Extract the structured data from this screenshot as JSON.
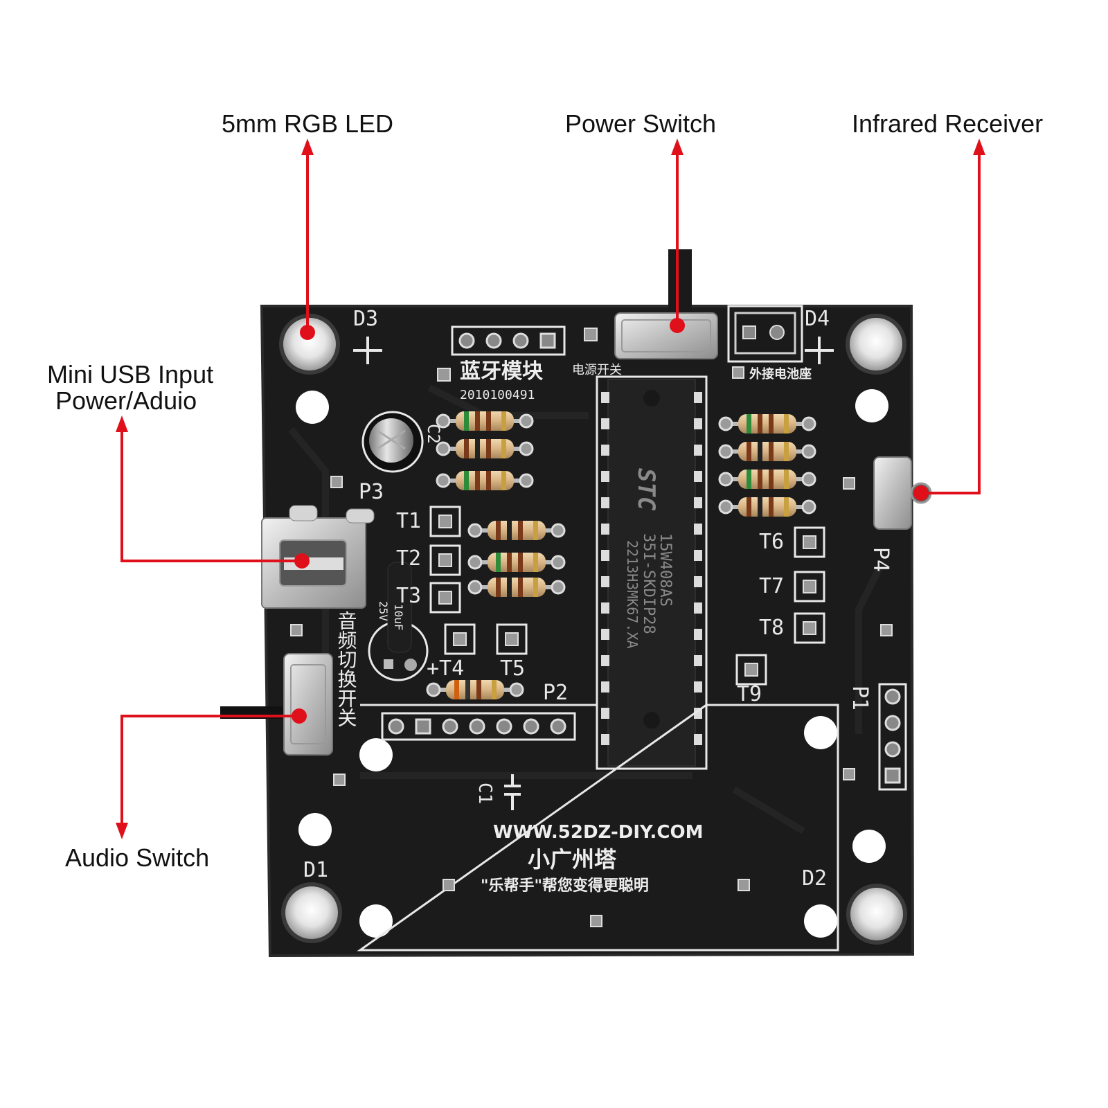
{
  "callouts": {
    "rgb_led": "5mm RGB LED",
    "power_switch": "Power Switch",
    "infrared_receiver": "Infrared Receiver",
    "mini_usb_line1": "Mini USB Input",
    "mini_usb_line2": "Power/Aduio",
    "audio_switch": "Audio Switch"
  },
  "board": {
    "d1": "D1",
    "d2": "D2",
    "d3": "D3",
    "d4": "D4",
    "p1": "P1",
    "p2": "P2",
    "p3": "P3",
    "p4": "P4",
    "t1": "T1",
    "t2": "T2",
    "t3": "T3",
    "t4": "+T4",
    "t5": "T5",
    "t6": "T6",
    "t7": "T7",
    "t8": "T8",
    "t9": "T9",
    "c1": "C1",
    "c2": "C2",
    "bluetooth_module": "蓝牙模块",
    "serial_number": "2010100491",
    "power_switch_cn": "电源开关",
    "ext_battery_cn": "外接电池座",
    "audio_switch_cn": "音频切换开关",
    "chip_brand": "STC",
    "chip_model": "15W408AS",
    "chip_package": "35I-SKDIP28",
    "chip_lot": "2213H3MK67.XA",
    "website": "WWW.52DZ-DIY.COM",
    "product_name": "小广州塔",
    "slogan": "\"乐帮手\"帮您变得更聪明",
    "cap_value": "10uF",
    "cap_voltage": "25V"
  },
  "colors": {
    "pcb": "#1a1a1a",
    "silkscreen": "#e8e8e8",
    "callout_arrow": "#e0101a",
    "metal": "#c9c9c9"
  }
}
